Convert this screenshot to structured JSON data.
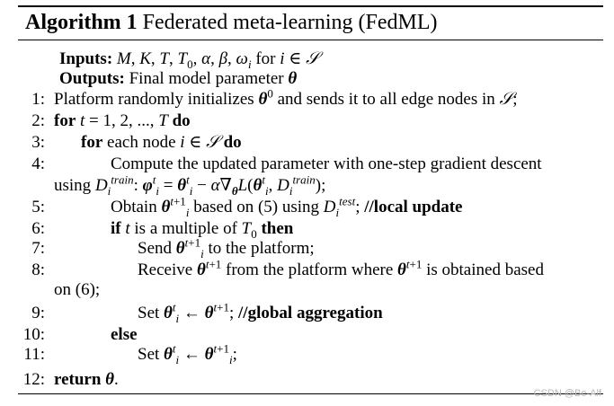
{
  "algorithm": {
    "label": "Algorithm 1",
    "title": "Federated meta-learning (FedML)",
    "inputs_label": "Inputs:",
    "inputs_text": "M, K, T, T0, α, β, ωi for i ∈ S",
    "outputs_label": "Outputs:",
    "outputs_text": "Final model parameter θ",
    "steps": [
      {
        "num": "1:",
        "text": "Platform randomly initializes θ0 and sends it to all edge nodes in S;"
      },
      {
        "num": "2:",
        "text": "for t = 1, 2, ..., T do"
      },
      {
        "num": "3:",
        "text": "for each node i ∈ S do"
      },
      {
        "num": "4:",
        "text": "Compute the updated parameter with one-step gradient descent using Ditrain: φit = θit − α∇θL(θit, Ditrain);"
      },
      {
        "num": "5:",
        "text": "Obtain θit+1 based on (5) using Ditest; //local update"
      },
      {
        "num": "6:",
        "text": "if t is a multiple of T0 then"
      },
      {
        "num": "7:",
        "text": "Send θit+1 to the platform;"
      },
      {
        "num": "8:",
        "text": "Receive θt+1 from the platform where θt+1 is obtained based on (6);"
      },
      {
        "num": "9:",
        "text": "Set θit ← θt+1; //global aggregation"
      },
      {
        "num": "10:",
        "text": "else"
      },
      {
        "num": "11:",
        "text": "Set θit ← θit+1;"
      },
      {
        "num": "12:",
        "text": "return θ."
      }
    ]
  },
  "watermark": "CSDN @Be-Alf"
}
